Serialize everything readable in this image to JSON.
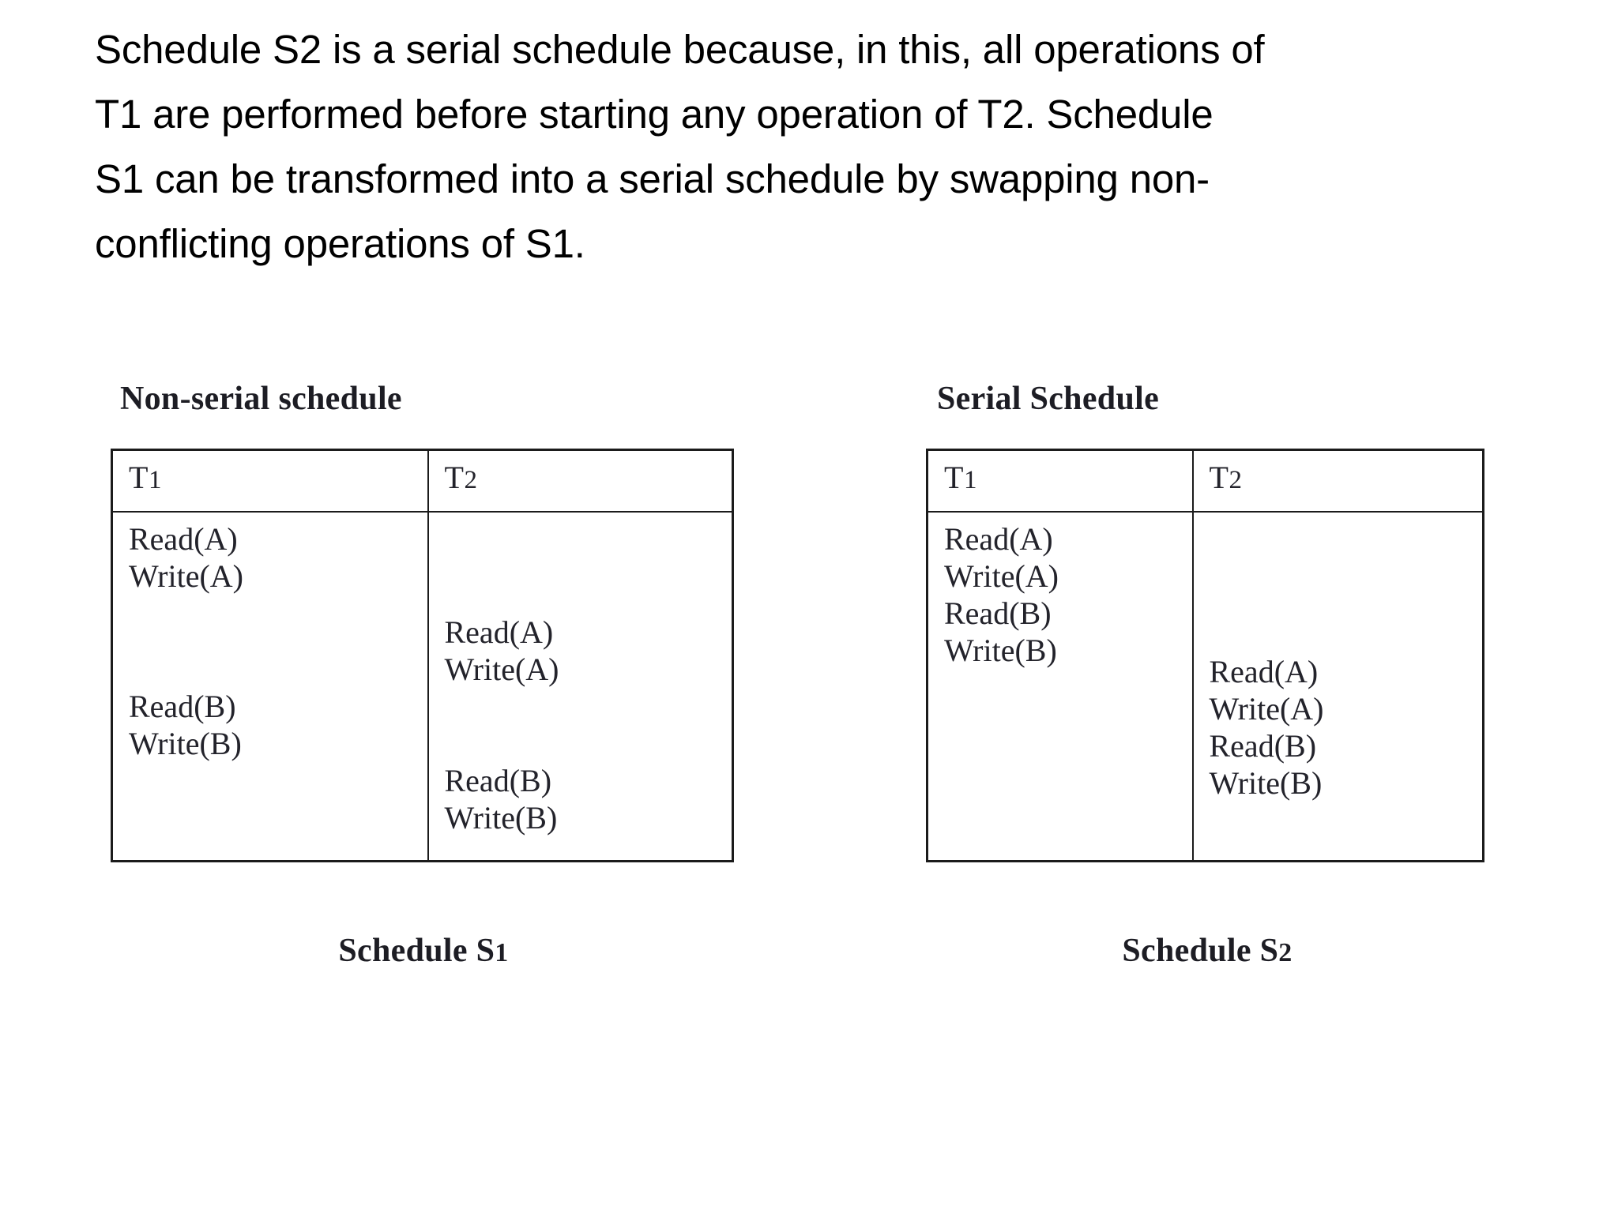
{
  "paragraph": {
    "lines": [
      "Schedule S2 is a serial schedule because, in this, all operations of",
      "T1 are performed before starting any operation of T2. Schedule",
      "S1 can be transformed into a serial schedule by swapping non-",
      "conflicting operations of S1."
    ],
    "full_text": "Schedule S2 is a serial schedule because, in this, all operations of T1 are performed before starting any operation of T2. Schedule S1 can be transformed into a serial schedule by swapping non-conflicting operations of S1."
  },
  "figures": [
    {
      "id": "s1",
      "heading": "Non-serial schedule",
      "caption_text": "Schedule S",
      "caption_num": "1",
      "columns": [
        {
          "label_text": "T",
          "label_num": "1"
        },
        {
          "label_text": "T",
          "label_num": "2"
        }
      ],
      "t1_blocks": [
        [
          "Read(A)",
          "Write(A)"
        ],
        [
          "Read(B)",
          "Write(B)"
        ]
      ],
      "t2_blocks": [
        [
          "Read(A)",
          "Write(A)"
        ],
        [
          "Read(B)",
          "Write(B)"
        ]
      ]
    },
    {
      "id": "s2",
      "heading": "Serial Schedule",
      "caption_text": "Schedule S",
      "caption_num": "2",
      "columns": [
        {
          "label_text": "T",
          "label_num": "1"
        },
        {
          "label_text": "T",
          "label_num": "2"
        }
      ],
      "t1_blocks": [
        [
          "Read(A)",
          "Write(A)",
          "Read(B)",
          "Write(B)"
        ]
      ],
      "t2_blocks": [
        [
          "Read(A)",
          "Write(A)",
          "Read(B)",
          "Write(B)"
        ]
      ]
    }
  ],
  "colors": {
    "page_background": "#ffffff",
    "text": "#000000",
    "figure_text": "#23232b",
    "heading_text": "#1d1d24",
    "table_border": "#1b1b1b"
  }
}
